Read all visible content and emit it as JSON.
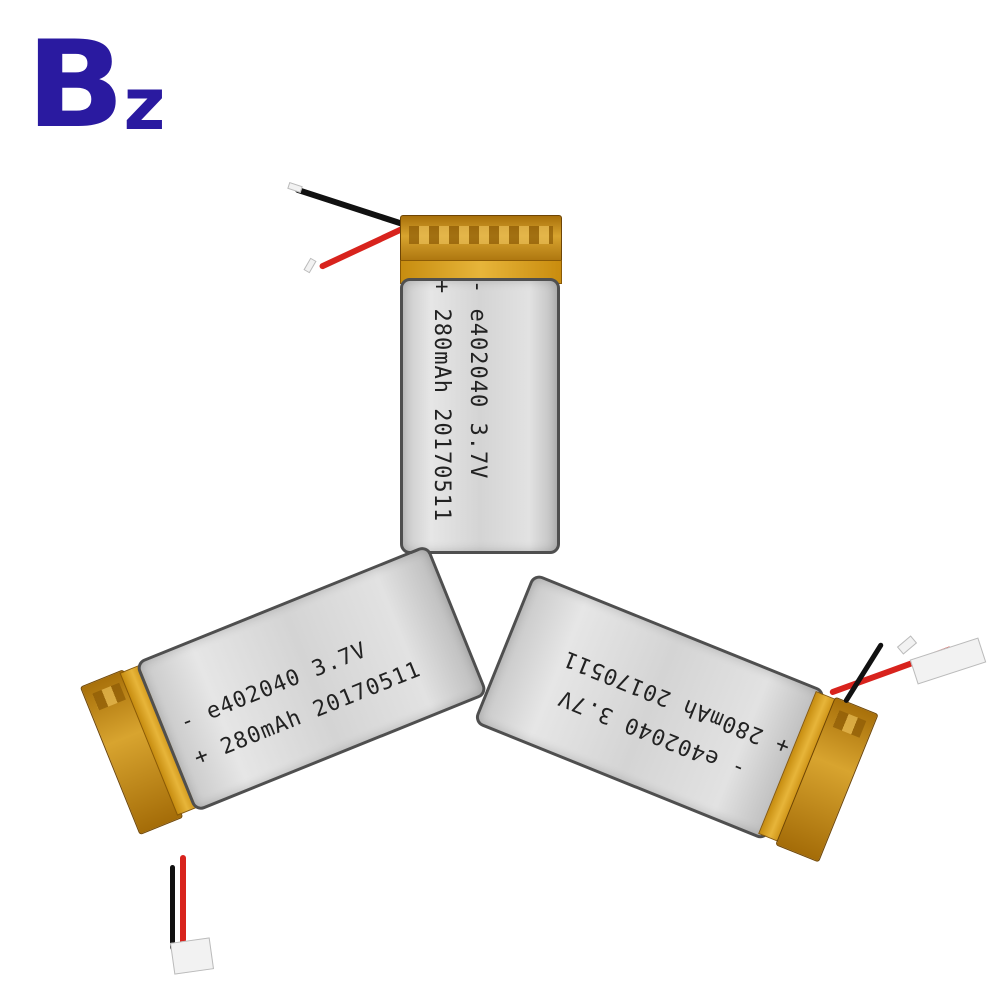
{
  "logo": {
    "letter_b": "B",
    "letter_z": "z",
    "color": "#2a1aa0"
  },
  "battery_label": {
    "line1": "- e402040 3.7V",
    "line2": "+ 280mAh 20170511"
  },
  "colors": {
    "cell": "#d6d6d6",
    "tape": "#e0a82a",
    "wire_red": "#d8231d",
    "wire_black": "#111111"
  }
}
